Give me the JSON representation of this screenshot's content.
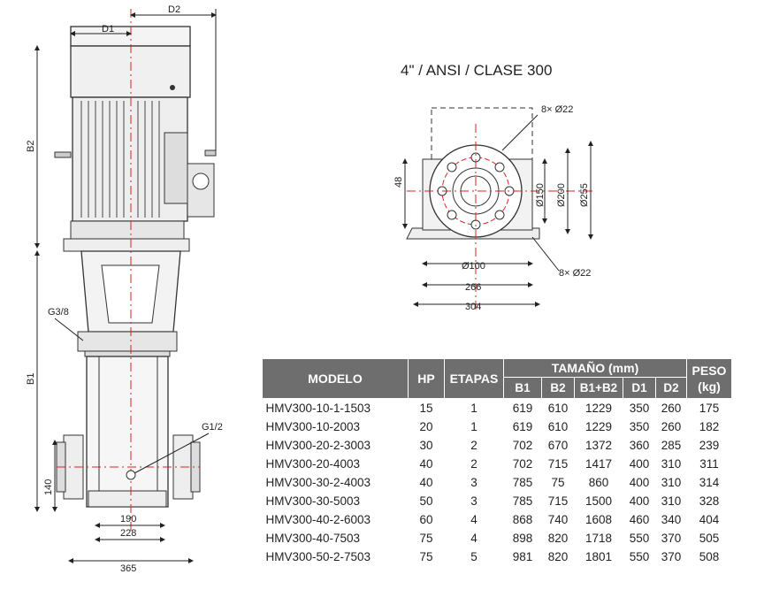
{
  "left_drawing": {
    "labels": {
      "d1": "D1",
      "d2": "D2",
      "b2": "B2",
      "b1": "B1",
      "g38": "G3/8",
      "g12": "G1/2",
      "h140": "140",
      "w190": "190",
      "w228": "228",
      "w365": "365"
    }
  },
  "flange": {
    "title": "4\" / ANSI / CLASE 300",
    "labels": {
      "bolt_top": "8× Ø22",
      "bolt_bottom": "8× Ø22",
      "h48": "48",
      "d150": "Ø150",
      "d200": "Ø200",
      "d255": "Ø255",
      "d100": "Ø100",
      "w266": "266",
      "w304": "304"
    }
  },
  "table": {
    "headers": {
      "modelo": "MODELO",
      "hp": "HP",
      "etapas": "ETAPAS",
      "tamano": "TAMAÑO (mm)",
      "b1": "B1",
      "b2": "B2",
      "b1b2": "B1+B2",
      "d1": "D1",
      "d2": "D2",
      "peso": "PESO (kg)"
    },
    "rows": [
      [
        "HMV300-10-1-1503",
        "15",
        "1",
        "619",
        "610",
        "1229",
        "350",
        "260",
        "175"
      ],
      [
        "HMV300-10-2003",
        "20",
        "1",
        "619",
        "610",
        "1229",
        "350",
        "260",
        "182"
      ],
      [
        "HMV300-20-2-3003",
        "30",
        "2",
        "702",
        "670",
        "1372",
        "360",
        "285",
        "239"
      ],
      [
        "HMV300-20-4003",
        "40",
        "2",
        "702",
        "715",
        "1417",
        "400",
        "310",
        "311"
      ],
      [
        "HMV300-30-2-4003",
        "40",
        "3",
        "785",
        "75",
        "860",
        "400",
        "310",
        "314"
      ],
      [
        "HMV300-30-5003",
        "50",
        "3",
        "785",
        "715",
        "1500",
        "400",
        "310",
        "328"
      ],
      [
        "HMV300-40-2-6003",
        "60",
        "4",
        "868",
        "740",
        "1608",
        "460",
        "340",
        "404"
      ],
      [
        "HMV300-40-7503",
        "75",
        "4",
        "898",
        "820",
        "1718",
        "550",
        "370",
        "505"
      ],
      [
        "HMV300-50-2-7503",
        "75",
        "5",
        "981",
        "820",
        "1801",
        "550",
        "370",
        "508"
      ]
    ]
  }
}
